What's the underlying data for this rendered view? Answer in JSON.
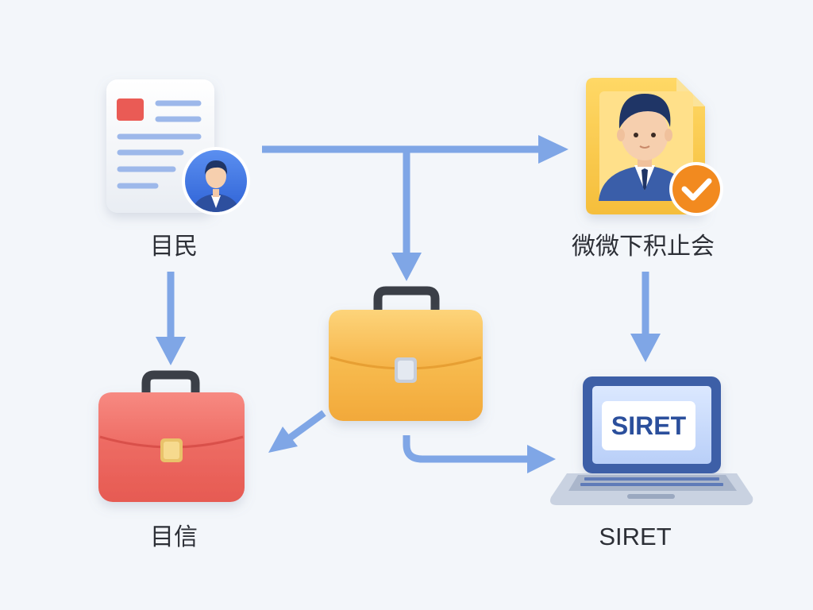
{
  "nodes": {
    "person_document": {
      "label": "目民",
      "icon": "person-document-icon"
    },
    "verified_profile": {
      "label": "微微下积止会",
      "icon": "verified-profile-icon"
    },
    "yellow_briefcase": {
      "icon": "briefcase-icon"
    },
    "red_briefcase": {
      "label": "目信",
      "icon": "briefcase-icon"
    },
    "laptop": {
      "label": "SIRET",
      "screen_text": "SIRET",
      "icon": "laptop-icon"
    }
  },
  "colors": {
    "arrow": "#7fa6e6",
    "background": "#f3f6fa",
    "yellow": "#f7b84d",
    "red": "#ee6b63",
    "laptop_frame": "#3e5ea7",
    "check_badge": "#f28a1f",
    "doc_red_block": "#ea5b55"
  },
  "edges": [
    {
      "from": "person_document",
      "to": "verified_profile"
    },
    {
      "from": "person_document",
      "to": "yellow_briefcase"
    },
    {
      "from": "person_document",
      "to": "red_briefcase"
    },
    {
      "from": "verified_profile",
      "to": "laptop"
    },
    {
      "from": "yellow_briefcase",
      "to": "red_briefcase"
    },
    {
      "from": "yellow_briefcase",
      "to": "laptop"
    }
  ]
}
